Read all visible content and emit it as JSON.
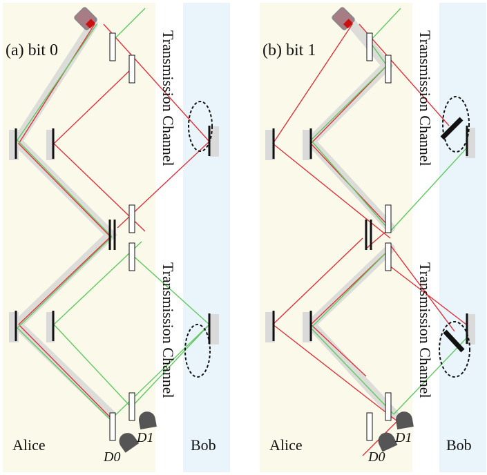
{
  "panels": [
    {
      "id": "a",
      "title": "(a) bit 0",
      "alice": "Alice",
      "bob": "Bob",
      "channel_top": "Transmission Channel",
      "channel_bottom": "Transmission Channel",
      "detectors": [
        "D0",
        "D1"
      ]
    },
    {
      "id": "b",
      "title": "(b) bit 1",
      "alice": "Alice",
      "bob": "Bob",
      "channel_top": "Transmission Channel",
      "channel_bottom": "Transmission Channel",
      "detectors": [
        "D0",
        "D1"
      ]
    }
  ],
  "colors": {
    "alice_bg": "#fbfaea",
    "bob_bg": "#eaf5fb",
    "red_beam": "#e0303a",
    "green_beam": "#5ec95e",
    "beam_halo": "#d4d4d4",
    "mirror": "#111111",
    "laser": "#a87c84",
    "laser_tip": "#cc1010",
    "detector": "#555555"
  }
}
